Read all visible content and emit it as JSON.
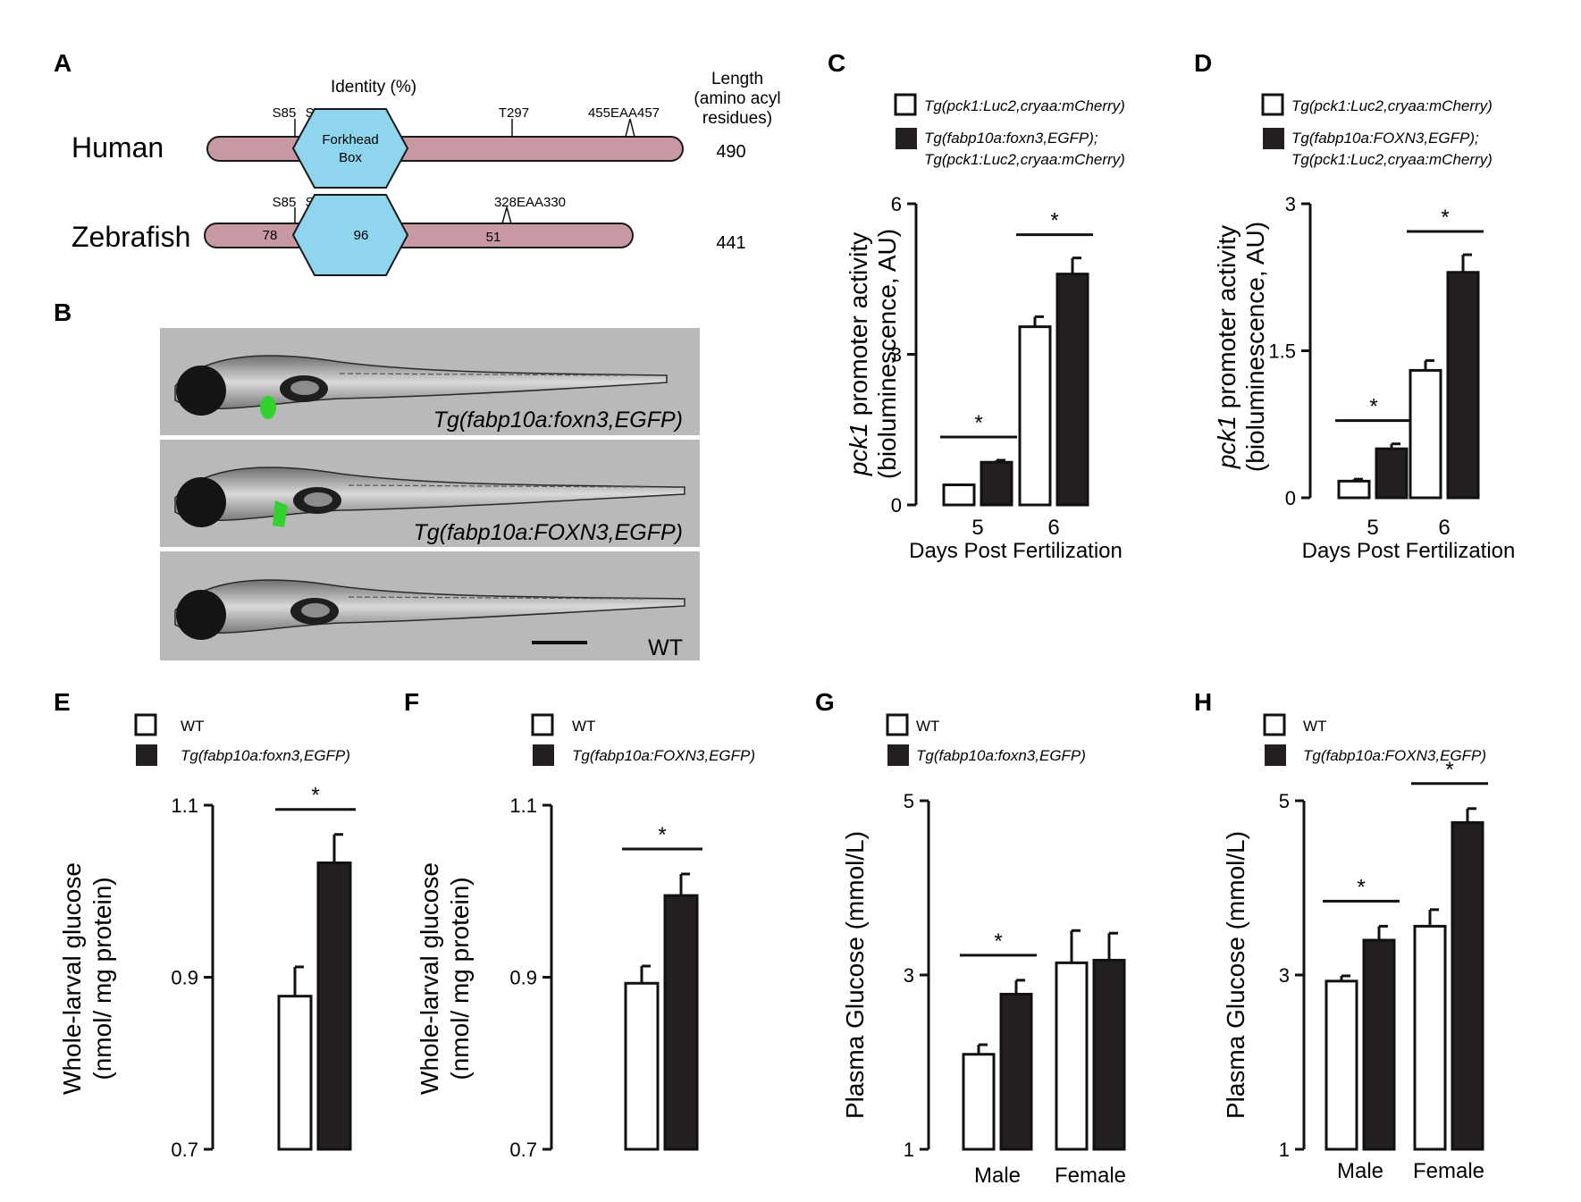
{
  "panel_letters": {
    "a": "A",
    "b": "B",
    "c": "C",
    "d": "D",
    "e": "E",
    "f": "F",
    "g": "G",
    "h": "H"
  },
  "panel_a": {
    "identity_label": "Identity (%)",
    "length_label_lines": [
      "Length",
      "(amino acyl",
      "residues)"
    ],
    "domain_name_lines": [
      "Forkhead",
      "Box"
    ],
    "human": {
      "name": "Human",
      "length": "490",
      "sites": [
        "S85",
        "S97",
        "T297",
        "455EAA457"
      ]
    },
    "zebrafish": {
      "name": "Zebrafish",
      "length": "441",
      "sites": [
        "S85",
        "S97",
        "328EAA330"
      ],
      "identity": [
        "78",
        "96",
        "51"
      ]
    },
    "colors": {
      "protein": "#c999a3",
      "domain": "#8fd5ee"
    }
  },
  "panel_b": {
    "labels": [
      "Tg(fabp10a:foxn3,EGFP)",
      "Tg(fabp10a:FOXN3,EGFP)",
      "WT"
    ],
    "colors": {
      "background": "#b9b9b9",
      "egfp": "#33d12e"
    }
  },
  "legend_c": [
    "Tg(pck1:Luc2,cryaa:mCherry)",
    "Tg(fabp10a:foxn3,EGFP);",
    "Tg(pck1:Luc2,cryaa:mCherry)"
  ],
  "legend_d": [
    "Tg(pck1:Luc2,cryaa:mCherry)",
    "Tg(fabp10a:FOXN3,EGFP);",
    "Tg(pck1:Luc2,cryaa:mCherry)"
  ],
  "legend_e": [
    "WT",
    "Tg(fabp10a:foxn3,EGFP)"
  ],
  "legend_f": [
    "WT",
    "Tg(fabp10a:FOXN3,EGFP)"
  ],
  "legend_g": [
    "WT",
    "Tg(fabp10a:foxn3,EGFP)"
  ],
  "legend_h": [
    "WT",
    "Tg(fabp10a:FOXN3,EGFP)"
  ],
  "chart_data": [
    {
      "panel": "C",
      "type": "bar",
      "ylabel_italic": "pck1",
      "ylabel_line1": " promoter activity",
      "ylabel_line2": "(bioluminescence, AU)",
      "xlabel": "Days Post Fertilization",
      "categories": [
        "5",
        "6"
      ],
      "ylim": [
        0,
        6
      ],
      "yticks": [
        "0",
        "3",
        "6"
      ],
      "series": [
        {
          "values": [
            0.4,
            3.55
          ],
          "errors": [
            0.0,
            0.2
          ],
          "fill": "#ffffff"
        },
        {
          "values": [
            0.85,
            4.6
          ],
          "errors": [
            0.04,
            0.32
          ],
          "fill": "#231f20"
        }
      ],
      "significance": [
        "*",
        "*"
      ]
    },
    {
      "panel": "D",
      "type": "bar",
      "ylabel_italic": "pck1",
      "ylabel_line1": " promoter activity",
      "ylabel_line2": "(bioluminescence, AU)",
      "xlabel": "Days Post Fertilization",
      "categories": [
        "5",
        "6"
      ],
      "ylim": [
        0,
        3
      ],
      "yticks": [
        "0",
        "1.5",
        "3"
      ],
      "series": [
        {
          "values": [
            0.17,
            1.3
          ],
          "errors": [
            0.02,
            0.1
          ],
          "fill": "#ffffff"
        },
        {
          "values": [
            0.5,
            2.3
          ],
          "errors": [
            0.05,
            0.18
          ],
          "fill": "#231f20"
        }
      ],
      "significance": [
        "*",
        "*"
      ]
    },
    {
      "panel": "E",
      "type": "bar",
      "ylabel_line1": "Whole-larval glucose",
      "ylabel_line2": "(nmol/ mg protein)",
      "categories": [
        ""
      ],
      "ylim": [
        0.7,
        1.1
      ],
      "yticks": [
        "0.7",
        "0.9",
        "1.1"
      ],
      "series": [
        {
          "values": [
            0.878
          ],
          "errors": [
            0.034
          ],
          "fill": "#ffffff"
        },
        {
          "values": [
            1.033
          ],
          "errors": [
            0.033
          ],
          "fill": "#231f20"
        }
      ],
      "significance": [
        "*"
      ]
    },
    {
      "panel": "F",
      "type": "bar",
      "ylabel_line1": "Whole-larval glucose",
      "ylabel_line2": "(nmol/ mg protein)",
      "categories": [
        ""
      ],
      "ylim": [
        0.7,
        1.1
      ],
      "yticks": [
        "0.7",
        "0.9",
        "1.1"
      ],
      "series": [
        {
          "values": [
            0.893
          ],
          "errors": [
            0.02
          ],
          "fill": "#ffffff"
        },
        {
          "values": [
            0.995
          ],
          "errors": [
            0.025
          ],
          "fill": "#231f20"
        }
      ],
      "significance": [
        "*"
      ]
    },
    {
      "panel": "G",
      "type": "bar",
      "ylabel_line1": "Plasma Glucose (mmol/L)",
      "categories": [
        "Male",
        "Female"
      ],
      "ylim": [
        1,
        5
      ],
      "yticks": [
        "1",
        "3",
        "5"
      ],
      "series": [
        {
          "values": [
            2.09,
            3.14
          ],
          "errors": [
            0.11,
            0.37
          ],
          "fill": "#ffffff"
        },
        {
          "values": [
            2.78,
            3.17
          ],
          "errors": [
            0.16,
            0.31
          ],
          "fill": "#231f20"
        }
      ],
      "significance": [
        "*",
        ""
      ]
    },
    {
      "panel": "H",
      "type": "bar",
      "ylabel_line1": "Plasma Glucose (mmol/L)",
      "categories": [
        "Male",
        "Female"
      ],
      "ylim": [
        1,
        5
      ],
      "yticks": [
        "1",
        "3",
        "5"
      ],
      "series": [
        {
          "values": [
            2.93,
            3.56
          ],
          "errors": [
            0.06,
            0.19
          ],
          "fill": "#ffffff"
        },
        {
          "values": [
            3.4,
            4.75
          ],
          "errors": [
            0.16,
            0.16
          ],
          "fill": "#231f20"
        }
      ],
      "significance": [
        "*",
        "*"
      ]
    }
  ]
}
